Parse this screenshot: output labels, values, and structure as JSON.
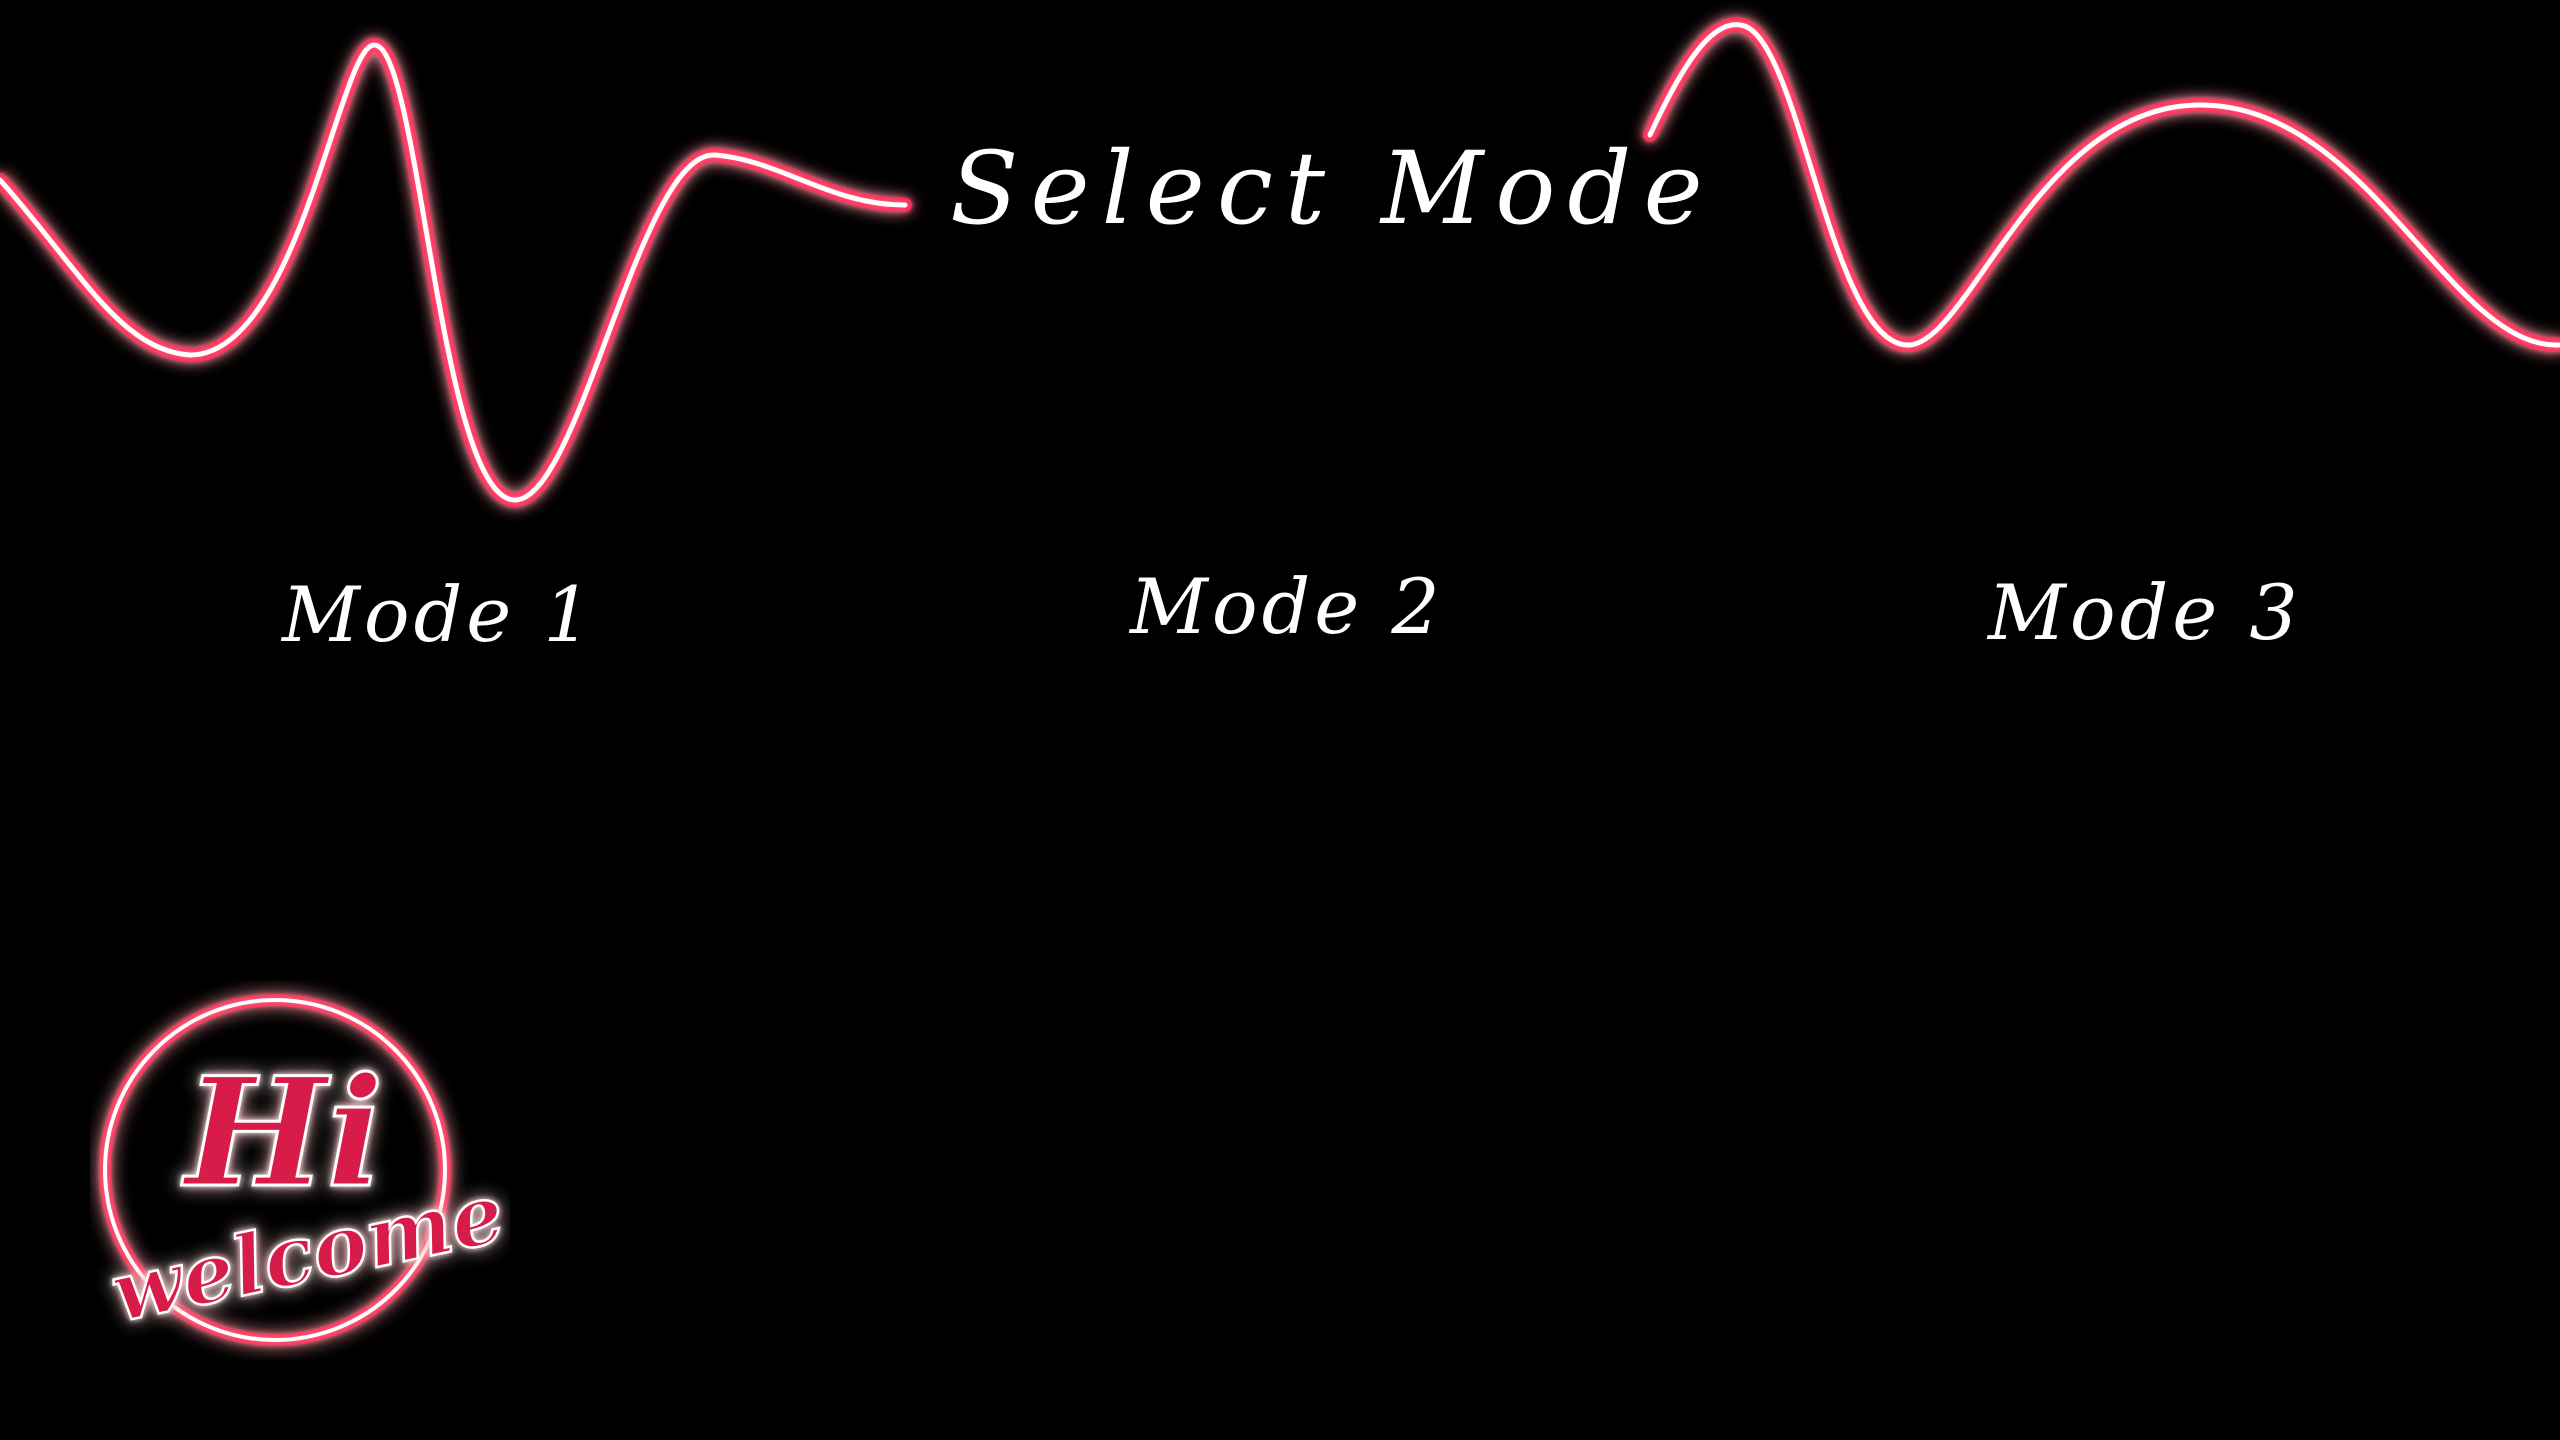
{
  "screen": {
    "title": "Select Mode",
    "modes": [
      {
        "label": "Mode 1"
      },
      {
        "label": "Mode 2"
      },
      {
        "label": "Mode 3"
      }
    ]
  },
  "badge": {
    "line1": "Hi",
    "line2": "welcome"
  },
  "colors": {
    "background": "#000000",
    "text": "#ffffff",
    "neon_glow": "#ff2a5c",
    "badge_text": "#d81a4a"
  },
  "icons": {
    "wave": "neon-wave-line",
    "badge": "neon-hi-welcome-sign"
  }
}
